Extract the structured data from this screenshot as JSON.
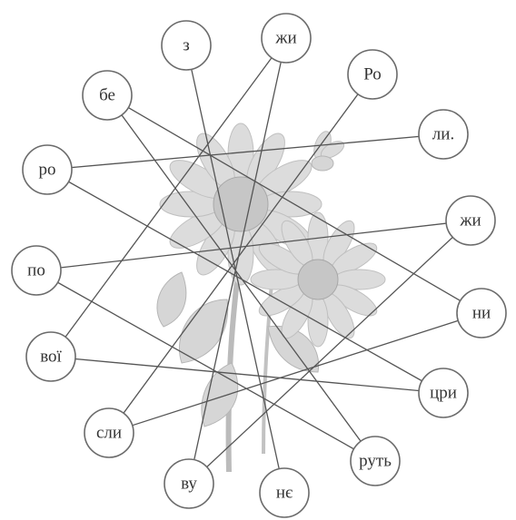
{
  "syllables": [
    {
      "id": "z",
      "text": "з"
    },
    {
      "id": "zhi1",
      "text": "жи"
    },
    {
      "id": "Ro",
      "text": "Ро"
    },
    {
      "id": "be",
      "text": "бе"
    },
    {
      "id": "li",
      "text": "ли."
    },
    {
      "id": "ro",
      "text": "ро"
    },
    {
      "id": "zhi2",
      "text": "жи"
    },
    {
      "id": "po",
      "text": "по"
    },
    {
      "id": "ni",
      "text": "ни"
    },
    {
      "id": "voi",
      "text": "вої"
    },
    {
      "id": "tsri",
      "text": "цри"
    },
    {
      "id": "sly",
      "text": "сли"
    },
    {
      "id": "rut",
      "text": "руть"
    },
    {
      "id": "vu",
      "text": "ву"
    },
    {
      "id": "ne",
      "text": "нє"
    }
  ],
  "connections": [
    [
      "z",
      "ne"
    ],
    [
      "zhi1",
      "voi"
    ],
    [
      "zhi1",
      "vu"
    ],
    [
      "Ro",
      "sly"
    ],
    [
      "be",
      "ni"
    ],
    [
      "be",
      "rut"
    ],
    [
      "ro",
      "li"
    ],
    [
      "ro",
      "tsri"
    ],
    [
      "po",
      "zhi2"
    ],
    [
      "po",
      "rut"
    ],
    [
      "voi",
      "tsri"
    ],
    [
      "sly",
      "ni"
    ],
    [
      "vu",
      "zhi2"
    ]
  ],
  "illustration": {
    "subject": "sunflower",
    "style": "grayscale line drawing"
  }
}
